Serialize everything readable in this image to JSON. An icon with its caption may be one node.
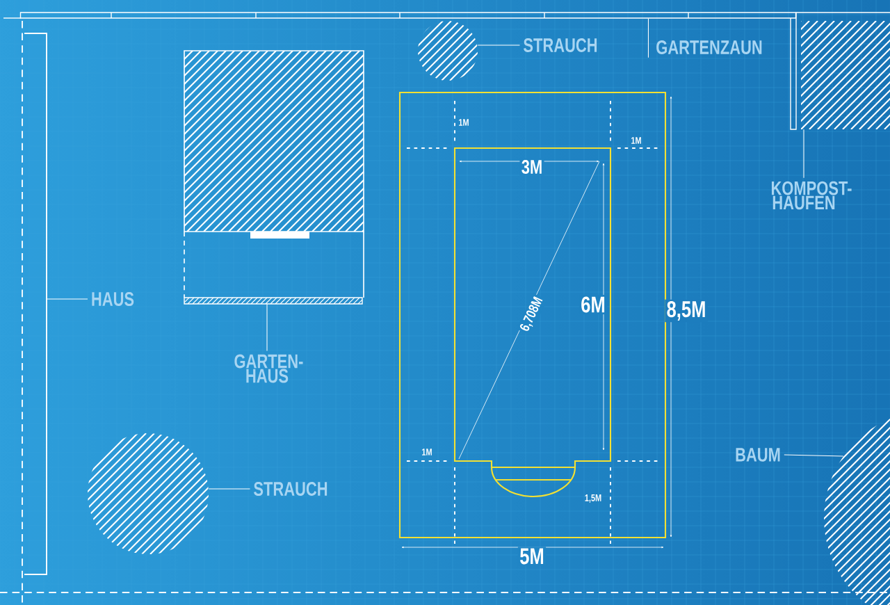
{
  "diagram": {
    "nodes": [
      {
        "text": [
          "HAUS"
        ]
      },
      {
        "text": [],
        "shape": "box"
      },
      {
        "text": [],
        "shape": "box"
      },
      {
        "text": [
          "GARTEN- HAUS"
        ]
      },
      {
        "text": [],
        "shape": "circle"
      },
      {
        "text": [
          "STRAUCH"
        ]
      },
      {
        "text": [],
        "shape": "bar"
      },
      {
        "text": [
          "GARTENZAUN"
        ]
      },
      {
        "text": [],
        "shape": "box"
      },
      {
        "text": [
          "KOMPOST- HAUFEN"
        ]
      },
      {
        "text": [],
        "shape": "circle"
      },
      {
        "text": [
          "STRAUCH"
        ]
      },
      {
        "text": [],
        "shape": "circle"
      },
      {
        "text": [
          "BAUM"
        ]
      }
    ],
    "edges": [
      {
        "from": 0,
        "to": 1,
        "arrow": "none"
      },
      {
        "from": 3,
        "to": 2,
        "arrow": "none"
      },
      {
        "from": 5,
        "to": 4,
        "arrow": "none"
      },
      {
        "from": 7,
        "to": 6,
        "arrow": "none"
      },
      {
        "from": 9,
        "to": 8,
        "arrow": "none"
      },
      {
        "from": 11,
        "to": 10,
        "arrow": "none"
      },
      {
        "from": 13,
        "to": 12,
        "arrow": "none"
      }
    ],
    "labels": [
      "1M",
      "1M",
      "3M",
      "6,708M",
      "6M",
      "8,5M",
      "1M",
      "1,5M",
      "5M"
    ]
  }
}
